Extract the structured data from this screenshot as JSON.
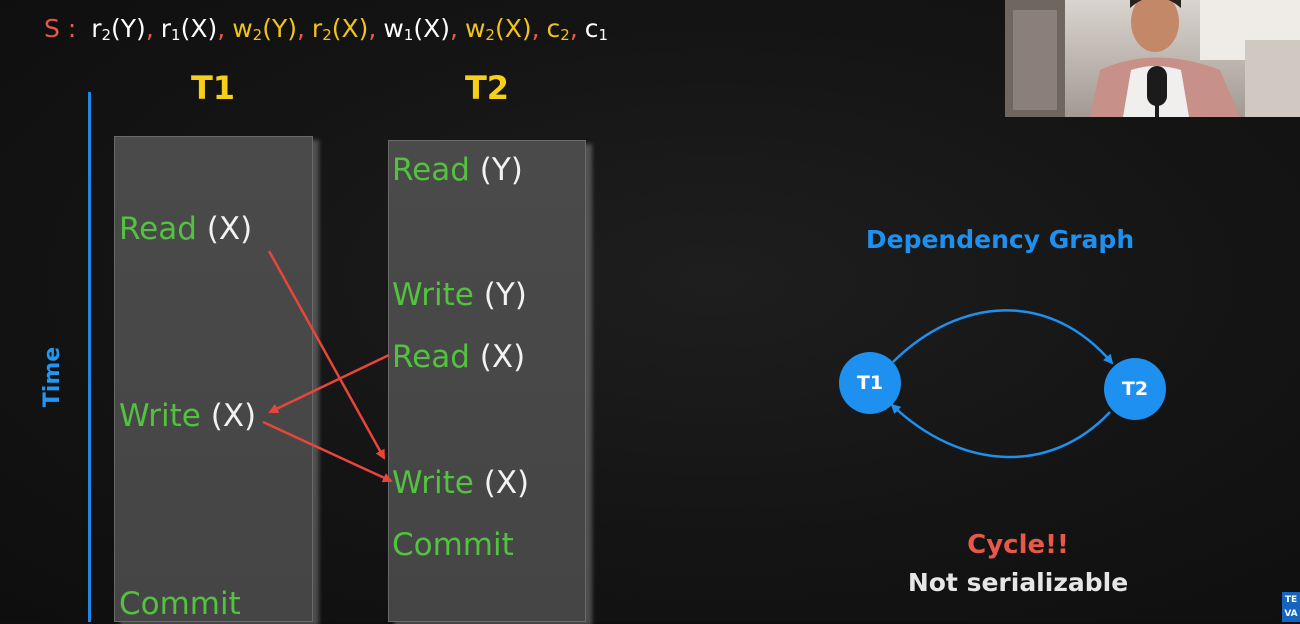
{
  "schedule": {
    "label": "S :",
    "ops": [
      {
        "letter": "r",
        "sub": "2",
        "arg": "(Y)",
        "color": "white",
        "sep": ","
      },
      {
        "letter": "r",
        "sub": "1",
        "arg": "(X)",
        "color": "white",
        "sep": ","
      },
      {
        "letter": "w",
        "sub": "2",
        "arg": "(Y)",
        "color": "yellow",
        "sep": ","
      },
      {
        "letter": "r",
        "sub": "2",
        "arg": "(X)",
        "color": "yellow",
        "sep": ","
      },
      {
        "letter": "w",
        "sub": "1",
        "arg": "(X)",
        "color": "white",
        "sep": ","
      },
      {
        "letter": "w",
        "sub": "2",
        "arg": "(X)",
        "color": "yellow",
        "sep": ","
      },
      {
        "letter": "c",
        "sub": "2",
        "arg": "",
        "color": "yellow",
        "sep": ","
      },
      {
        "letter": "c",
        "sub": "1",
        "arg": "",
        "color": "white",
        "sep": ""
      }
    ]
  },
  "t1": {
    "title": "T1",
    "read_x": {
      "kw": "Read",
      "arg": "(X)"
    },
    "write_x": {
      "kw": "Write",
      "arg": "(X)"
    },
    "commit": "Commit"
  },
  "t2": {
    "title": "T2",
    "read_y": {
      "kw": "Read",
      "arg": "(Y)"
    },
    "write_y": {
      "kw": "Write",
      "arg": "(Y)"
    },
    "read_x": {
      "kw": "Read",
      "arg": "(X)"
    },
    "write_x": {
      "kw": "Write",
      "arg": "(X)"
    },
    "commit": "Commit"
  },
  "time_label": "Time",
  "graph": {
    "title": "Dependency Graph",
    "node_t1": "T1",
    "node_t2": "T2",
    "cycle": "Cycle!!",
    "verdict": "Not serializable"
  },
  "colors": {
    "operation": "#52c23f",
    "argument": "#f2f2f2",
    "title": "#f6d018",
    "conflict_arrow": "#e8463a",
    "graph_blue": "#1e90f0",
    "cycle": "#e8584a"
  },
  "badge": {
    "line1": "TE",
    "line2": "VA"
  }
}
